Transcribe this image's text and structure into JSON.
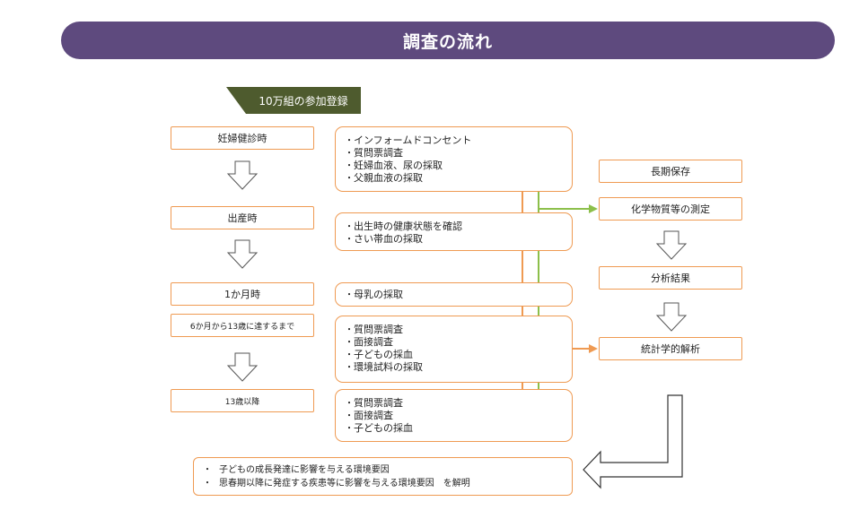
{
  "title": "調査の流れ",
  "callout": "10万組の参加登録",
  "stages": [
    "妊婦健診時",
    "出産時",
    "1か月時",
    "6か月から13歳に達するまで",
    "13歳以降"
  ],
  "groups": [
    {
      "items": [
        "インフォームドコンセント",
        "質問票調査",
        "妊婦血液、尿の採取",
        "父親血液の採取"
      ]
    },
    {
      "items": [
        "出生時の健康状態を確認",
        "さい帯血の採取"
      ]
    },
    {
      "items": [
        "母乳の採取"
      ]
    },
    {
      "items": [
        "質問票調査",
        "面接調査",
        "子どもの採血",
        "環境試料の採取"
      ]
    },
    {
      "items": [
        "質問票調査",
        "面接調査",
        "子どもの採血"
      ]
    }
  ],
  "right_boxes": [
    "長期保存",
    "化学物質等の測定",
    "分析結果",
    "統計学的解析"
  ],
  "results": [
    "子どもの成長発達に影響を与える環境要因",
    "思春期以降に発症する疾患等に影響を与える環境要因　を解明"
  ],
  "colors": {
    "banner": "#5e4a7e",
    "callout": "#4e5b2e",
    "orange": "#ef9a52",
    "green": "#8cbf4a"
  }
}
